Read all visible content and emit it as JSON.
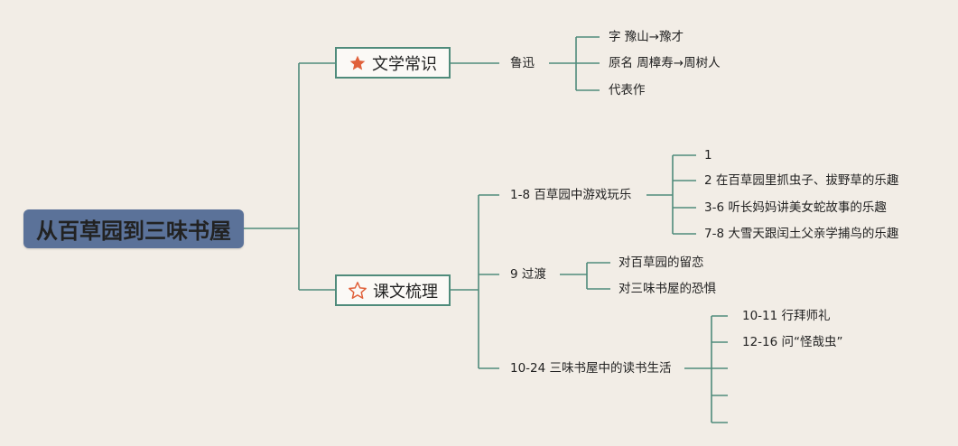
{
  "root": {
    "label": "从百草园到三味书屋"
  },
  "branches": [
    {
      "label": "文学常识",
      "icon": "star-filled-icon"
    },
    {
      "label": "课文梳理",
      "icon": "star-outline-icon"
    }
  ],
  "topic1": {
    "label": "鲁迅",
    "items": [
      "字 豫山→豫才",
      "原名 周樟寿→周树人",
      "代表作"
    ]
  },
  "topic2": {
    "sections": [
      {
        "label": "1-8 百草园中游戏玩乐",
        "items": [
          "1",
          "2 在百草园里抓虫子、拔野草的乐趣",
          "3-6 听长妈妈讲美女蛇故事的乐趣",
          "7-8 大雪天跟闰土父亲学捕鸟的乐趣"
        ]
      },
      {
        "label": "9 过渡",
        "items": [
          "对百草园的留恋",
          "对三味书屋的恐惧"
        ]
      },
      {
        "label": "10-24 三味书屋中的读书生活",
        "items": [
          "10-11 行拜师礼",
          "12-16 问“怪哉虫”",
          "",
          "",
          ""
        ]
      }
    ]
  },
  "colors": {
    "line": "#4f8b7b",
    "root_fill": "#5b7299",
    "star": "#e0603a",
    "background": "#f2ede6"
  }
}
